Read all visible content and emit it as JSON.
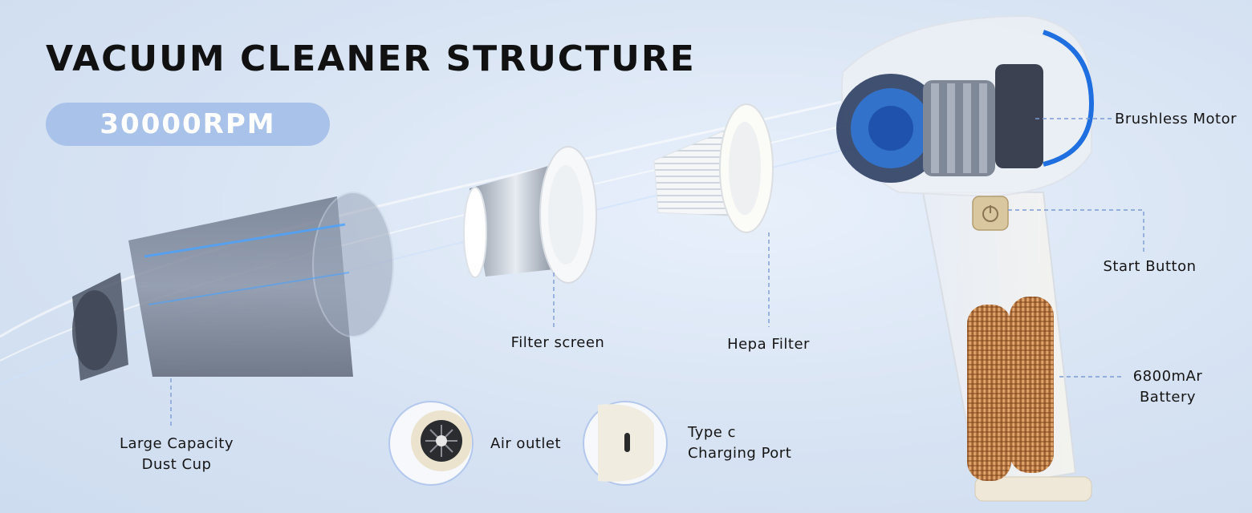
{
  "title": "VACUUM CLEANER STRUCTURE",
  "rpm_badge": "30000RPM",
  "labels": {
    "dust_cup_line1": "Large Capacity",
    "dust_cup_line2": "Dust Cup",
    "filter_screen": "Filter screen",
    "hepa_filter": "Hepa Filter",
    "air_outlet": "Air outlet",
    "type_c_line1": "Type c",
    "type_c_line2": "Charging Port",
    "brushless_motor": "Brushless Motor",
    "start_button": "Start Button",
    "battery_line1": "6800mAr",
    "battery_line2": "Battery"
  },
  "colors": {
    "accent_blue": "#a9c2e9",
    "guide_line": "#7d9bd3",
    "copper": "#c98a4a"
  }
}
